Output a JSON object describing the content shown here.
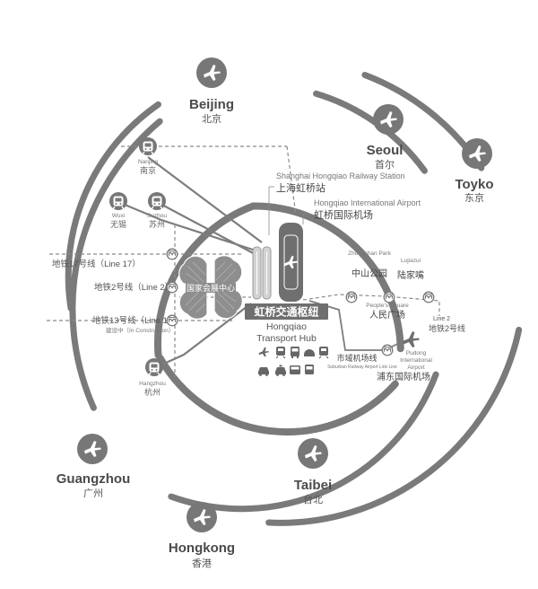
{
  "colors": {
    "ring": "#7a7a7a",
    "route": "#7d7d7d",
    "dashed": "#8a8a8a",
    "plane_bg": "#777777",
    "text_dark": "#4a4a4a",
    "text_mid": "#555555",
    "text_light": "#777777"
  },
  "air_hubs": {
    "beijing": {
      "en": "Beijing",
      "zh": "北京",
      "icon": "airplane-icon"
    },
    "seoul": {
      "en": "Seoul",
      "zh": "首尔",
      "icon": "airplane-icon"
    },
    "tokyo": {
      "en": "Toyko",
      "zh": "东京",
      "icon": "airplane-icon"
    },
    "guangzhou": {
      "en": "Guangzhou",
      "zh": "广州",
      "icon": "airplane-icon"
    },
    "taibei": {
      "en": "Taibei",
      "zh": "台北",
      "icon": "airplane-icon"
    },
    "hongkong": {
      "en": "Hongkong",
      "zh": "香港",
      "icon": "airplane-icon"
    }
  },
  "rail_cities": {
    "nanjing": {
      "en": "Nanjing",
      "zh": "南京",
      "icon": "train-icon"
    },
    "wuxi": {
      "en": "Wuxi",
      "zh": "无锡",
      "icon": "train-icon"
    },
    "suzhou": {
      "en": "Suzhou",
      "zh": "苏州",
      "icon": "train-icon"
    },
    "hangzhou": {
      "en": "Hangzhou",
      "zh": "杭州",
      "icon": "train-icon"
    }
  },
  "metro_lines": {
    "line17": "地铁17号线（Line 17）",
    "line2": "地铁2号线（Line 2）",
    "line13": "地铁13号线（Line 13）",
    "line13_note": "建设中（In Construction）"
  },
  "hub": {
    "railway_station_en": "Shanghai Hongqiao Railway Station",
    "railway_station_zh": "上海虹桥站",
    "airport_en": "Hongqiao International Airport",
    "airport_zh": "虹桥国际机场",
    "expo_center": "国家会展中心",
    "hub_zh": "虹桥交通枢纽",
    "hub_en_1": "Hongqiao",
    "hub_en_2": "Transport Hub",
    "mode_icons": [
      "airplane-icon",
      "train-icon",
      "bus-icon",
      "maglev-icon",
      "metro-icon",
      "car-icon",
      "taxi-icon",
      "coach-icon",
      "shuttle-icon"
    ]
  },
  "east_stations": {
    "zhongshan_en": "Zhongshan Park",
    "zhongshan_zh": "中山公园",
    "lujiazui_en": "Lujiazui",
    "lujiazui_zh": "陆家嘴",
    "peoples_en": "People's Square",
    "peoples_zh": "人民广场",
    "line2_label": "Line 2",
    "line2_zh": "地铁2号线",
    "pudong_en_1": "Pudong",
    "pudong_en_2": "International",
    "pudong_en_3": "Airport",
    "pudong_zh": "浦东国际机场",
    "airport_link_zh": "市域机场线",
    "airport_link_en": "Suburban Railway Airport Link Line"
  }
}
